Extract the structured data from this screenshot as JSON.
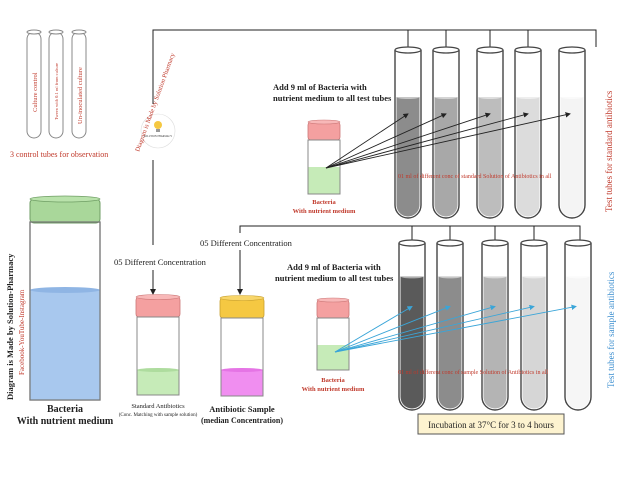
{
  "control_tubes": {
    "labels": [
      "Culture control",
      "Tween with 0.1 ml from culture",
      "Un-inoculated culture"
    ],
    "caption": "3 control tubes for observation"
  },
  "watermark": {
    "line1": "Diagram is Made by Solution-Pharmacy",
    "line2": "Facebook-YouTube-Instagram",
    "circle": "Diagram is Made by Solution Pharmacy",
    "circle_center": "SOLUTION PHARMACY"
  },
  "bacteria_big": {
    "line1": "Bacteria",
    "line2": "With nutrient medium"
  },
  "concentration_left": "05 Different Concentration",
  "concentration_right": "05 Different Concentration",
  "standard_jar": {
    "line1": "Standard Antibiotics",
    "line2": "(Conc. Matching with sample solution)"
  },
  "sample_jar": {
    "line1": "Antibiotic Sample",
    "line2": "(median Concentration)"
  },
  "top_group": {
    "add_text_1": "Add 9 ml of Bacteria with",
    "add_text_2": "nutrient medium to all test tubes",
    "jar_line1": "Bacteria",
    "jar_line2": "With nutrient medium",
    "tube_note": "01 ml of  different conc of standard Solution of Antibiotics in all",
    "side_label": "Test tubes for standard antibiotics",
    "tube_levels": [
      0.72,
      0.72,
      0.72,
      0.72,
      0.72
    ],
    "tube_colors": [
      "#8c8c8c",
      "#a8a8a8",
      "#bdbdbd",
      "#dcdcdc",
      "#f4f4f4"
    ]
  },
  "bottom_group": {
    "add_text_1": "Add 9 ml of Bacteria with",
    "add_text_2": "nutrient medium to all test tubes",
    "jar_line1": "Bacteria",
    "jar_line2": "With nutrient medium",
    "tube_note": "01 ml of  different conc of  sample Solution of Antibiotics in all",
    "side_label": "Test tubes for sample antibiotics",
    "tube_levels": [
      0.8,
      0.8,
      0.8,
      0.8,
      0.8
    ],
    "tube_colors": [
      "#5a5a5a",
      "#8c8c8c",
      "#b4b4b4",
      "#d6d6d6",
      "#f6f6f6"
    ]
  },
  "incubation": "Incubation at 37°C for 3 to 4 hours",
  "colors": {
    "lid_green": "#a9d79a",
    "lid_pink": "#f4a0a0",
    "lid_yellow": "#f5c842",
    "liquid_blue": "#a8c8ee",
    "liquid_green": "#c6ebb8",
    "liquid_magenta": "#f08ef0",
    "red_text": "#c0392b",
    "blue_text": "#3d8fd0",
    "arrow_cyan": "#3aa5d8"
  }
}
